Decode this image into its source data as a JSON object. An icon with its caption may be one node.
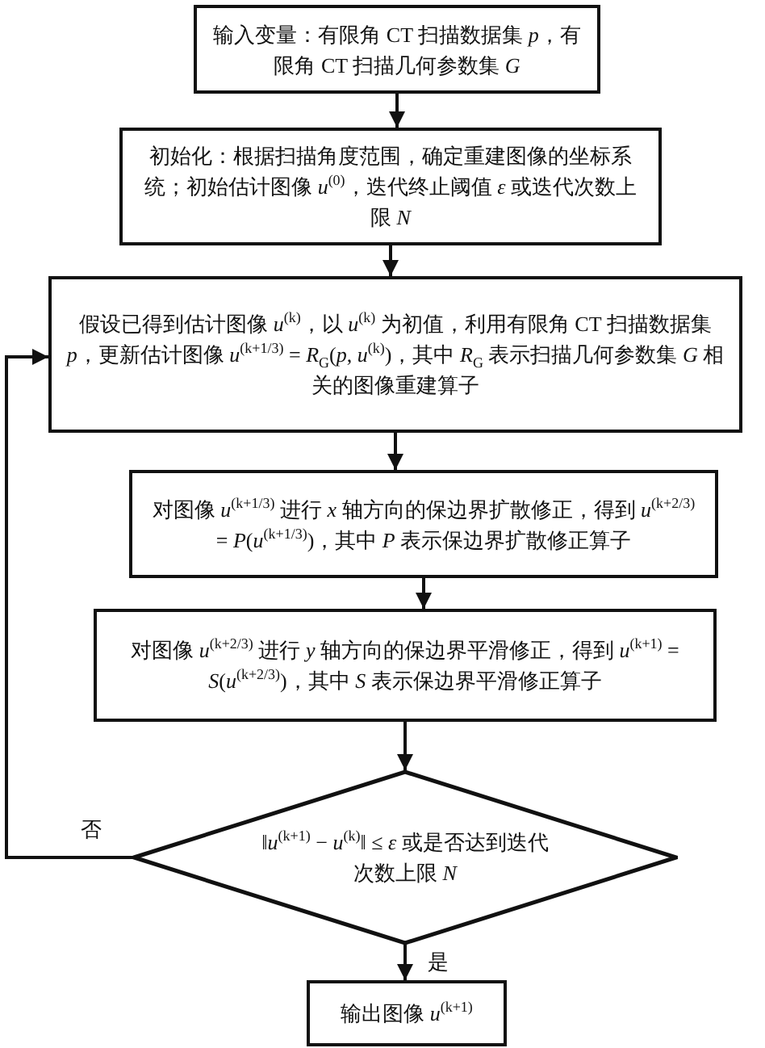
{
  "diagram": {
    "nodes": [
      {
        "text": [
          "输入变量：有限角 CT 扫描数据集 *p*，有限角 CT 扫描几何参数集 *G*"
        ]
      },
      {
        "text": [
          "初始化：根据扫描角度范围，确定重建图像的坐标系统；初始估计图像 *u*$^{(0)}$，迭代终止阈值 *ε* 或迭代次数上限 *N*"
        ]
      },
      {
        "text": [
          "假设已得到估计图像 *u*$^{(k)}$，以 *u*$^{(k)}$ 为初值，利用有限角 CT 扫描数据集 *p*，更新估计图像 *u*$^{(k+1/3)}$ = *R*$_{G}$(*p*, *u*$^{(k)}$)，其中 *R*$_{G}$ 表示扫描几何参数集 *G* 相关的图像重建算子"
        ]
      },
      {
        "text": [
          "对图像 *u*$^{(k+1/3)}$ 进行 *x* 轴方向的保边界扩散修正，得到 *u*$^{(k+2/3)}$ = *P*(*u*$^{(k+1/3)}$)，其中 *P* 表示保边界扩散修正算子"
        ]
      },
      {
        "text": [
          "对图像 *u*$^{(k+2/3)}$ 进行 *y* 轴方向的保边界平滑修正，得到 *u*$^{(k+1)}$ = *S*(*u*$^{(k+2/3)}$)，其中 *S* 表示保边界平滑修正算子"
        ]
      },
      {
        "text": [
          "‖*u*$^{(k+1)}$ − *u*$^{(k)}$‖ ≤ *ε* 或是否达到迭代次数上限 *N*"
        ]
      },
      {
        "text": [
          "输出图像 *u*$^{(k+1)}$"
        ]
      }
    ],
    "edges": [
      {
        "from": 0,
        "to": 1,
        "arrow": "to"
      },
      {
        "from": 1,
        "to": 2,
        "arrow": "to"
      },
      {
        "from": 2,
        "to": 3,
        "arrow": "to"
      },
      {
        "from": 3,
        "to": 4,
        "arrow": "to"
      },
      {
        "from": 4,
        "to": 5,
        "arrow": "to"
      },
      {
        "from": 5,
        "to": 6,
        "arrow": "to",
        "label": "是"
      },
      {
        "from": 5,
        "to": 2,
        "arrow": "to",
        "label": "否"
      }
    ]
  }
}
